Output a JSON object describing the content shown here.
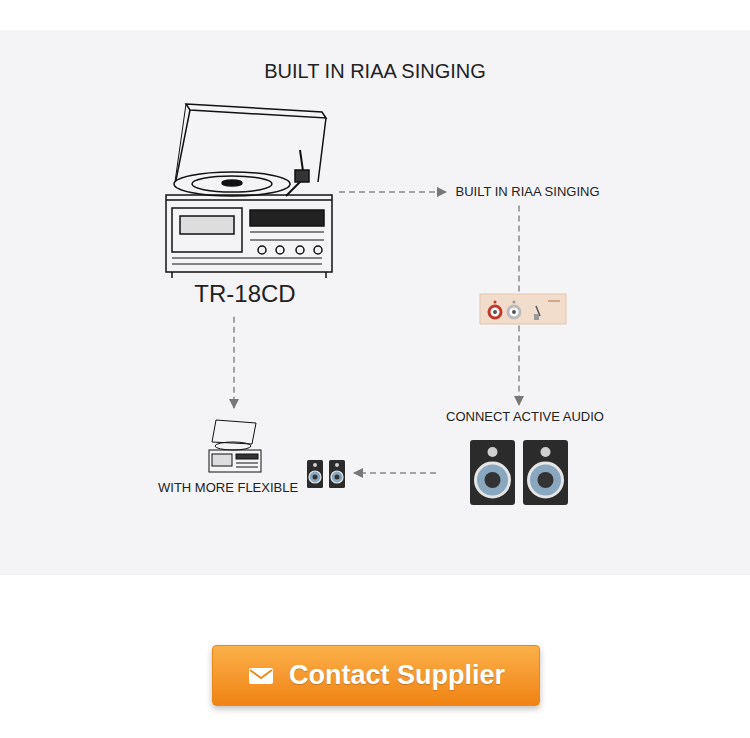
{
  "diagram": {
    "title": "BUILT IN RIAA SINGING",
    "nodes": [
      {
        "text": [
          "TR-18CD"
        ]
      },
      {
        "text": [
          "BUILT IN RIAA SINGING"
        ]
      },
      {
        "text": [
          "CONNECT ACTIVE AUDIO"
        ]
      },
      {
        "text": [
          "WITH MORE FLEXIBLE"
        ]
      },
      {
        "text": [
          "Contact Supplier"
        ]
      }
    ],
    "edges": [
      {
        "from": 0,
        "to": 1,
        "arrow": "to"
      },
      {
        "from": 1,
        "to": 2,
        "arrow": "to"
      },
      {
        "from": 2,
        "to": 3,
        "arrow": "to"
      },
      {
        "from": 0,
        "to": 3,
        "arrow": "to"
      }
    ]
  }
}
